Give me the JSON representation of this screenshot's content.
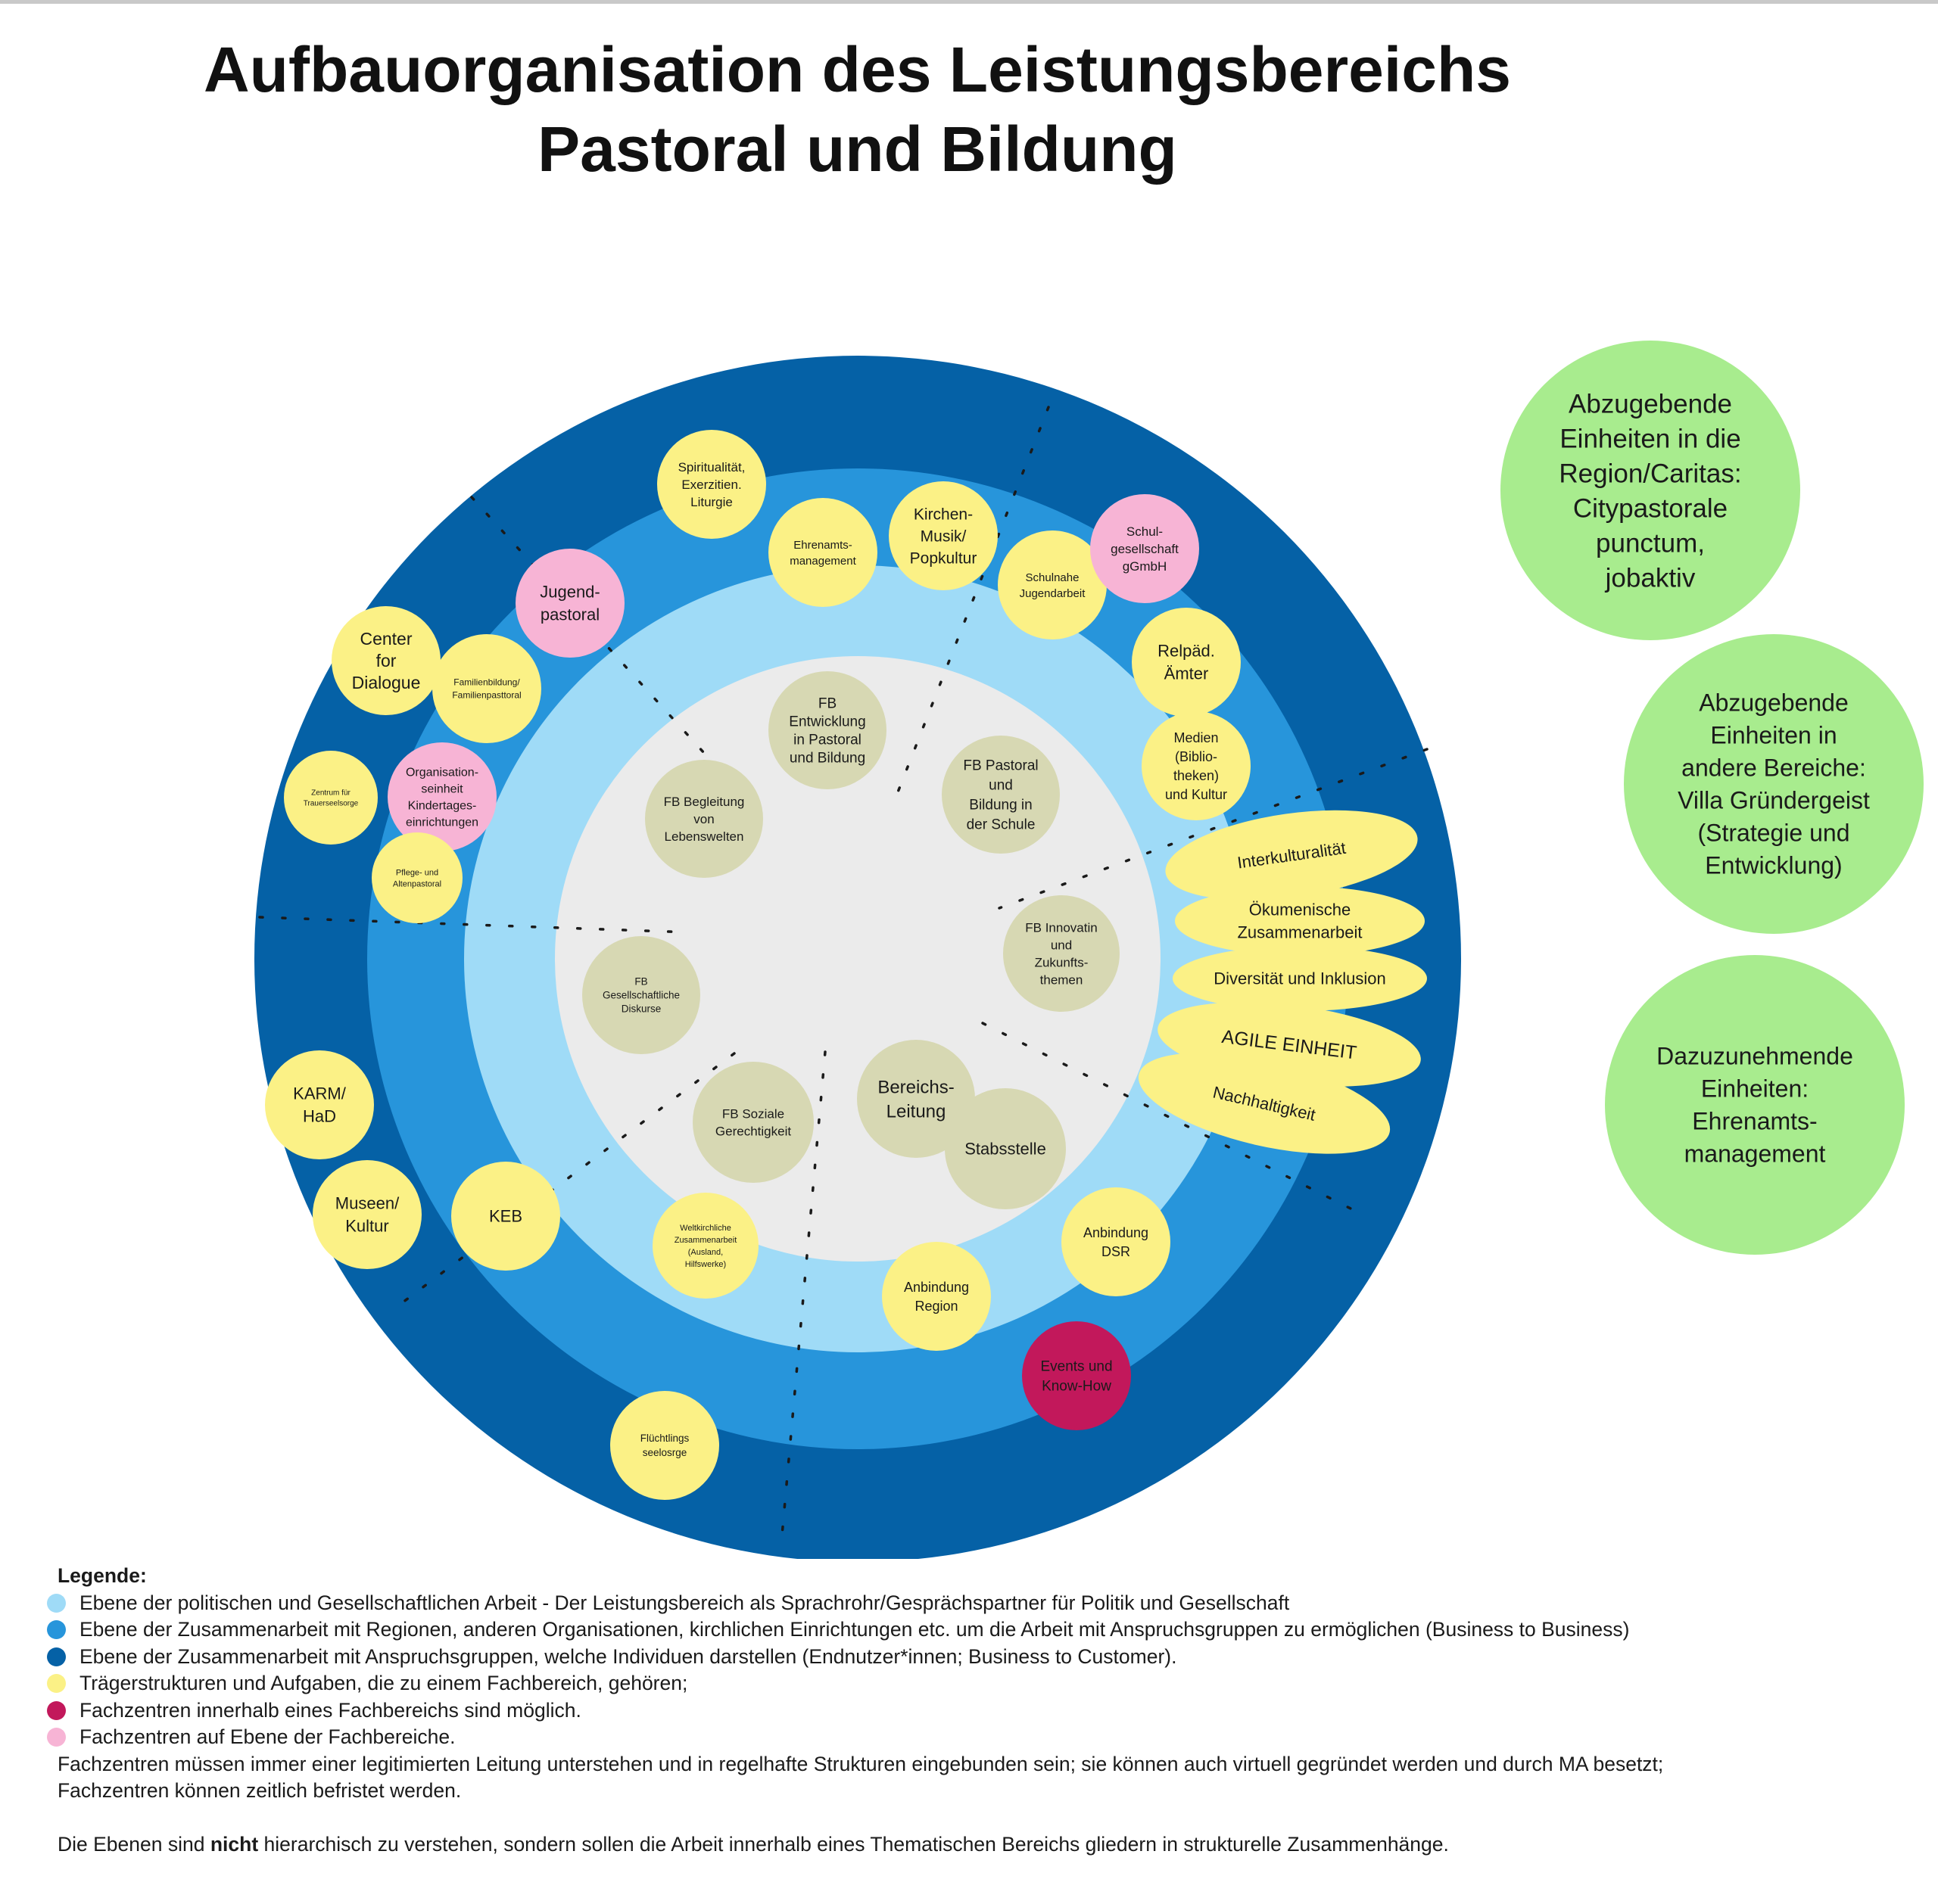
{
  "title": {
    "line1": "Aufbauorganisation des Leistungsbereichs",
    "line2": "Pastoral und Bildung"
  },
  "colors": {
    "ring_outer": "#0561a6",
    "ring_middle": "#2795db",
    "ring_inner": "#9fdbf7",
    "core": "#ebebeb",
    "fachbereich": "#d7d8b3",
    "traeger": "#fbf186",
    "fachzentrum_innerhalb": "#c2185b",
    "fachzentrum_ebene": "#f7b4d5",
    "external": "#a8ec8e"
  },
  "fachbereiche": [
    {
      "name": "fb-entwicklung",
      "lines": [
        "FB",
        "Entwicklung",
        "in Pastoral",
        "und Bildung"
      ]
    },
    {
      "name": "fb-pastoral-schule",
      "lines": [
        "FB Pastoral",
        "und",
        "Bildung in",
        "der Schule"
      ]
    },
    {
      "name": "fb-begleitung",
      "lines": [
        "FB Begleitung",
        "von",
        "Lebenswelten"
      ]
    },
    {
      "name": "fb-innovation",
      "lines": [
        "FB Innovatin",
        "und",
        "Zukunfts-",
        "themen"
      ]
    },
    {
      "name": "fb-gesellschaftliche-diskurse",
      "lines": [
        "FB",
        "Gesellschaftliche",
        "Diskurse"
      ]
    },
    {
      "name": "fb-soziale-gerechtigkeit",
      "lines": [
        "FB Soziale",
        "Gerechtigkeit"
      ]
    },
    {
      "name": "bereichsleitung",
      "lines": [
        "Bereichs-",
        "Leitung"
      ]
    },
    {
      "name": "stabsstelle",
      "lines": [
        "Stabsstelle"
      ]
    }
  ],
  "units": [
    {
      "name": "spiritualitaet",
      "lines": [
        "Spiritualität,",
        "Exerzitien.",
        "Liturgie"
      ]
    },
    {
      "name": "ehrenamtsmanagement",
      "lines": [
        "Ehrenamts-",
        "management"
      ]
    },
    {
      "name": "kirchenmusik",
      "lines": [
        "Kirchen-",
        "Musik/",
        "Popkultur"
      ]
    },
    {
      "name": "schulnahe-jugendarbeit",
      "lines": [
        "Schulnahe",
        "Jugendarbeit"
      ]
    },
    {
      "name": "schulgesellschaft",
      "lines": [
        "Schul-",
        "gesellschaft",
        "gGmbH"
      ]
    },
    {
      "name": "jugendpastoral",
      "lines": [
        "Jugend-",
        "pastoral"
      ]
    },
    {
      "name": "center-for-dialogue",
      "lines": [
        "Center",
        "for",
        "Dialogue"
      ]
    },
    {
      "name": "familienbildung",
      "lines": [
        "Familienbildung/",
        "Familienpasttoral"
      ]
    },
    {
      "name": "relpaed-aemter",
      "lines": [
        "Relpäd.",
        "Ämter"
      ]
    },
    {
      "name": "medien",
      "lines": [
        "Medien",
        "(Biblio-",
        "theken)",
        "und Kultur"
      ]
    },
    {
      "name": "zentrum-trauerseelsorge",
      "lines": [
        "Zentrum für",
        "Trauerseelsorge"
      ]
    },
    {
      "name": "organisationseinheit-kita",
      "lines": [
        "Organisation-",
        "seinheit",
        "Kindertages-",
        "einrichtungen"
      ]
    },
    {
      "name": "pflege-altenpastoral",
      "lines": [
        "Pflege- und",
        "Altenpastoral"
      ]
    },
    {
      "name": "karm-had",
      "lines": [
        "KARM/",
        "HaD"
      ]
    },
    {
      "name": "museen-kultur",
      "lines": [
        "Museen/",
        "Kultur"
      ]
    },
    {
      "name": "keb",
      "lines": [
        "KEB"
      ]
    },
    {
      "name": "weltkirchliche-zusammenarbeit",
      "lines": [
        "Weltkirchliche",
        "Zusammenarbeit",
        "(Ausland,",
        "Hilfswerke)"
      ]
    },
    {
      "name": "anbindung-region",
      "lines": [
        "Anbindung",
        "Region"
      ]
    },
    {
      "name": "anbindung-dsr",
      "lines": [
        "Anbindung",
        "DSR"
      ]
    },
    {
      "name": "events-know-how",
      "lines": [
        "Events und",
        "Know-How"
      ]
    },
    {
      "name": "fluechtlingsseelsorge",
      "lines": [
        "Flüchtlings",
        "seelosrge"
      ]
    }
  ],
  "ellipses": [
    {
      "name": "interkulturalitaet",
      "text": "Interkulturalität"
    },
    {
      "name": "oekumenische-zusammenarbeit",
      "lines": [
        "Ökumenische",
        "Zusammenarbeit"
      ]
    },
    {
      "name": "diversitaet-inklusion",
      "text": "Diversität und Inklusion"
    },
    {
      "name": "agile-einheit",
      "text": "AGILE EINHEIT"
    },
    {
      "name": "nachhaltigkeit",
      "text": "Nachhaltigkeit"
    }
  ],
  "external_units": [
    {
      "name": "abzugebende-region",
      "lines": [
        "Abzugebende",
        "Einheiten in die",
        "Region/Caritas:",
        "Citypastorale",
        "punctum,",
        "jobaktiv"
      ]
    },
    {
      "name": "abzugebende-bereiche",
      "lines": [
        "Abzugebende",
        "Einheiten in",
        "andere Bereiche:",
        "Villa Gründergeist",
        "(Strategie und",
        "Entwicklung)"
      ]
    },
    {
      "name": "dazuzunehmende",
      "lines": [
        "Dazuzunehmende",
        "Einheiten:",
        "Ehrenamts-",
        "management"
      ]
    }
  ],
  "legend": {
    "title": "Legende:",
    "items": [
      {
        "color": "#9fdbf7",
        "text": "Ebene der politischen und Gesellschaftlichen Arbeit - Der Leistungsbereich als Sprachrohr/Gesprächspartner für Politik und Gesellschaft"
      },
      {
        "color": "#2795db",
        "text": "Ebene der Zusammenarbeit mit Regionen, anderen Organisationen, kirchlichen Einrichtungen etc. um die Arbeit mit Anspruchsgruppen zu ermöglichen (Business to Business)"
      },
      {
        "color": "#0561a6",
        "text": "Ebene der Zusammenarbeit mit Anspruchsgruppen, welche Individuen darstellen (Endnutzer*innen; Business to Customer)."
      },
      {
        "color": "#fbf186",
        "text": "Trägerstrukturen und Aufgaben, die zu einem Fachbereich, gehören;"
      },
      {
        "color": "#c2185b",
        "text": "Fachzentren innerhalb eines Fachbereichs sind möglich."
      },
      {
        "color": "#f7b4d5",
        "text": "Fachzentren auf Ebene der Fachbereiche."
      }
    ],
    "note_line1": "Fachzentren müssen immer einer legitimierten Leitung unterstehen und in regelhafte Strukturen eingebunden sein; sie können auch virtuell gegründet werden und durch MA besetzt;",
    "note_line2": "Fachzentren können zeitlich befristet werden.",
    "final_prefix": "Die Ebenen sind ",
    "final_bold": "nicht",
    "final_suffix": " hierarchisch zu verstehen, sondern sollen die Arbeit innerhalb eines Thematischen Bereichs gliedern in strukturelle Zusammenhänge."
  }
}
